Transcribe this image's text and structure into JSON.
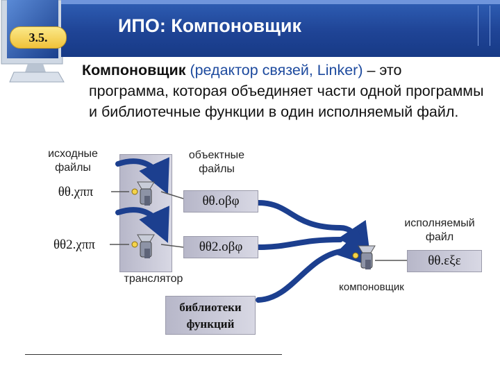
{
  "header": {
    "title": "ИПО: Компоновщик",
    "slide_number": "3.5."
  },
  "definition": {
    "term": "Компоновщик",
    "paren": "(редактор связей, Linker)",
    "dash": "– это",
    "rest": "программа, которая объединяет части одной программы и библиотечные функции в один исполняемый файл."
  },
  "diagram": {
    "source_label": "исходные файлы",
    "object_label": "объектные файлы",
    "source_files": [
      "θθ.χππ",
      "θθ2.χππ"
    ],
    "object_files": [
      "θθ.οβφ",
      "θθ2.οβφ"
    ],
    "translator_label": "транслятор",
    "library_label": "библиотеки функций",
    "linker_label": "компоновщик",
    "exe_label": "исполняемый файл",
    "exe_file": "θθ.εξε"
  },
  "colors": {
    "header": "#1f4496",
    "accent": "#f0c23a",
    "arrow": "#1c3f8f"
  },
  "icons": [
    "monitor-icon",
    "gear-icon"
  ]
}
